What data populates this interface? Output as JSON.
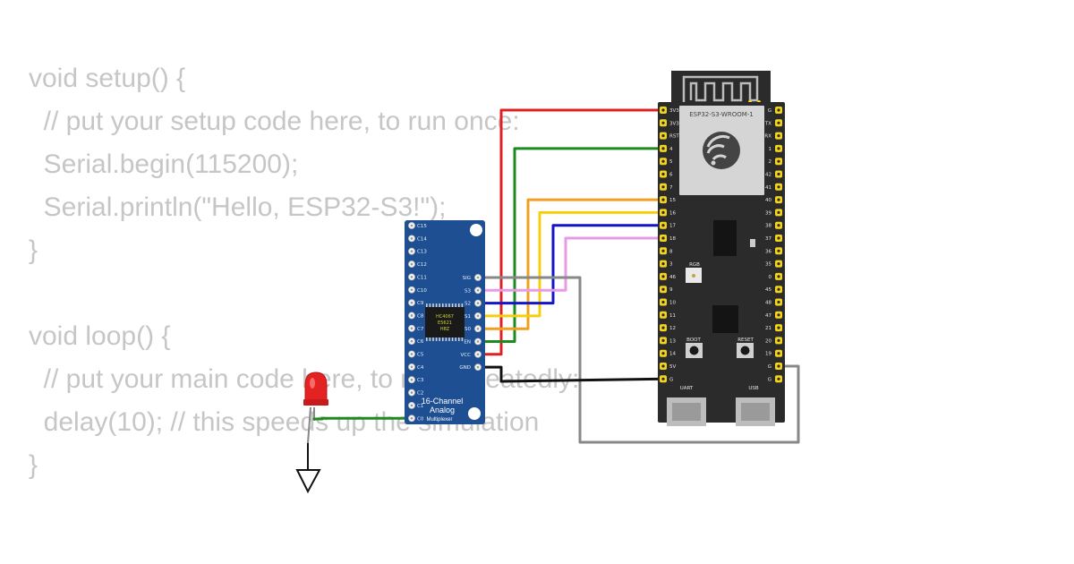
{
  "code": {
    "lines": [
      "void setup() {",
      "  // put your setup code here, to run once:",
      "  Serial.begin(115200);",
      "  Serial.println(\"Hello, ESP32-S3!\");",
      "}",
      "",
      "void loop() {",
      "  // put your main code here, to run repeatedly:",
      "  delay(10); // this speeds up the simulation",
      "}"
    ]
  },
  "mux": {
    "chip_text": [
      "HC4067",
      "E5621",
      "H8Z"
    ],
    "title_lines": [
      "16-Channel",
      "Analog",
      "Multiplexer"
    ],
    "left_pins": [
      "C15",
      "C14",
      "C13",
      "C12",
      "C11",
      "C10",
      "C9",
      "C8",
      "C7",
      "C6",
      "C5",
      "C4",
      "C3",
      "C2",
      "C1",
      "C0"
    ],
    "right_pins": [
      "SIG",
      "S3",
      "S2",
      "S1",
      "S0",
      "EN",
      "VCC",
      "GND"
    ]
  },
  "esp": {
    "module_label": "ESP32-S3-WROOM-1",
    "left_pins": [
      "3V3",
      "3V3",
      "RST",
      "4",
      "5",
      "6",
      "7",
      "15",
      "16",
      "17",
      "18",
      "8",
      "3",
      "46",
      "9",
      "10",
      "11",
      "12",
      "13",
      "14",
      "5V",
      "G"
    ],
    "right_pins": [
      "G",
      "TX",
      "RX",
      "1",
      "2",
      "42",
      "41",
      "40",
      "39",
      "38",
      "37",
      "36",
      "35",
      "0",
      "45",
      "48",
      "47",
      "21",
      "20",
      "19",
      "G",
      "G"
    ],
    "rgb_label": "RGB",
    "boot_label": "BOOT",
    "reset_label": "RESET",
    "uart_label": "UART",
    "usb_label": "USB"
  },
  "colors": {
    "code_text": "#c6c6c6",
    "mux_board": "#1e4f93",
    "esp_board": "#2b2b2b",
    "pin_gold": "#f3d31c",
    "wire_red": "#e02020",
    "wire_green": "#1d8a1d",
    "wire_orange": "#f0a020",
    "wire_yellow": "#f4d00c",
    "wire_blue": "#1515c8",
    "wire_pink": "#e79ae6",
    "wire_gray": "#888888",
    "wire_black": "#111111",
    "led_red": "#e52222"
  }
}
